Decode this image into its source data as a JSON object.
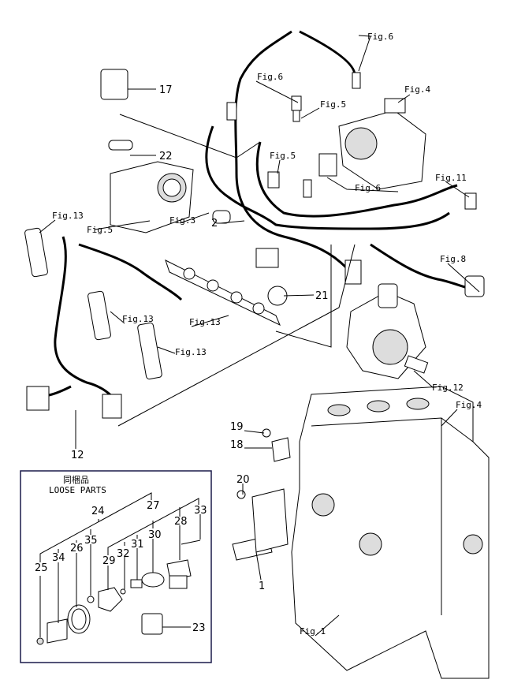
{
  "figure_refs": {
    "fig6_top": "Fig.6",
    "fig6_mid": "Fig.6",
    "fig5_a": "Fig.5",
    "fig4_a": "Fig.4",
    "fig5_b": "Fig.5",
    "fig6_c": "Fig.6",
    "fig11": "Fig.11",
    "fig5_c": "Fig.5",
    "fig13_a": "Fig.13",
    "fig3": "Fig.3",
    "fig8": "Fig.8",
    "fig13_b": "Fig.13",
    "fig13_c": "Fig.13",
    "fig13_d": "Fig.13",
    "fig12": "Fig.12",
    "fig4_b": "Fig.4",
    "fig1": "Fig.1"
  },
  "part_numbers": {
    "p17": "17",
    "p22": "22",
    "p2": "2",
    "p21": "21",
    "p12": "12",
    "p19": "19",
    "p18": "18",
    "p20": "20",
    "p1": "1"
  },
  "loose_parts": {
    "title_jp": "同梱品",
    "title_en": "LOOSE PARTS",
    "numbers": {
      "p24": "24",
      "p27": "27",
      "p33": "33",
      "p28": "28",
      "p35": "35",
      "p30": "30",
      "p26": "26",
      "p31": "31",
      "p32": "32",
      "p29": "29",
      "p25": "25",
      "p34": "34",
      "p23": "23"
    }
  }
}
